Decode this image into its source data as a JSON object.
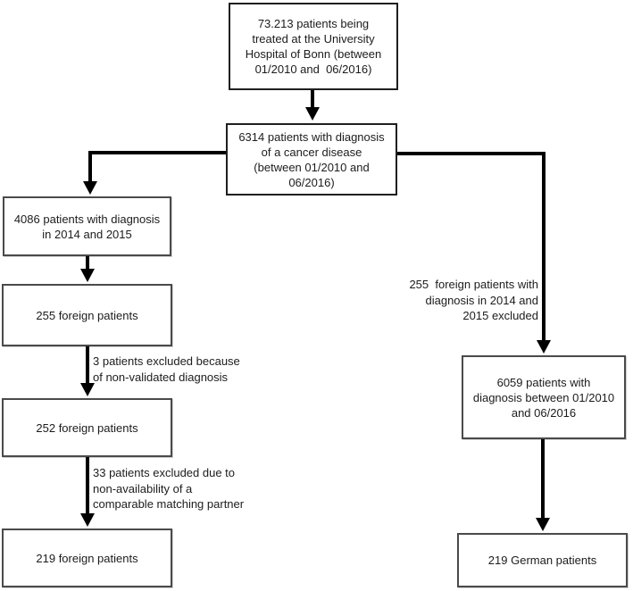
{
  "flowchart": {
    "nodes": {
      "total": {
        "text": "73.213 patients being\ntreated at the University\nHospital of Bonn (between\n01/2010 and  06/2016)"
      },
      "cancer": {
        "text": "6314 patients with diagnosis\nof a cancer disease\n(between 01/2010 and\n06/2016)"
      },
      "diagnosis_2014_2015": {
        "text": "4086 patients with diagnosis\nin 2014 and 2015"
      },
      "foreign_255": {
        "text": "255 foreign patients"
      },
      "foreign_252": {
        "text": "252 foreign patients"
      },
      "foreign_219": {
        "text": "219 foreign patients"
      },
      "patients_6059": {
        "text": "6059 patients with\ndiagnosis between 01/2010\nand 06/2016"
      },
      "german_219": {
        "text": "219 German patients"
      }
    },
    "edge_labels": {
      "non_validated": {
        "text": "3 patients excluded because\nof non-validated diagnosis"
      },
      "no_matching_partner": {
        "text": "33 patients excluded due to\nnon-availability of a\ncomparable matching partner"
      },
      "foreign_excluded": {
        "text": "255  foreign patients with\ndiagnosis in 2014 and\n2015 excluded"
      }
    },
    "colors": {
      "connector": "#000000",
      "box_border_dark": "#1f1f1f",
      "box_border_light": "#4a4a4a",
      "background": "#ffffff"
    }
  }
}
